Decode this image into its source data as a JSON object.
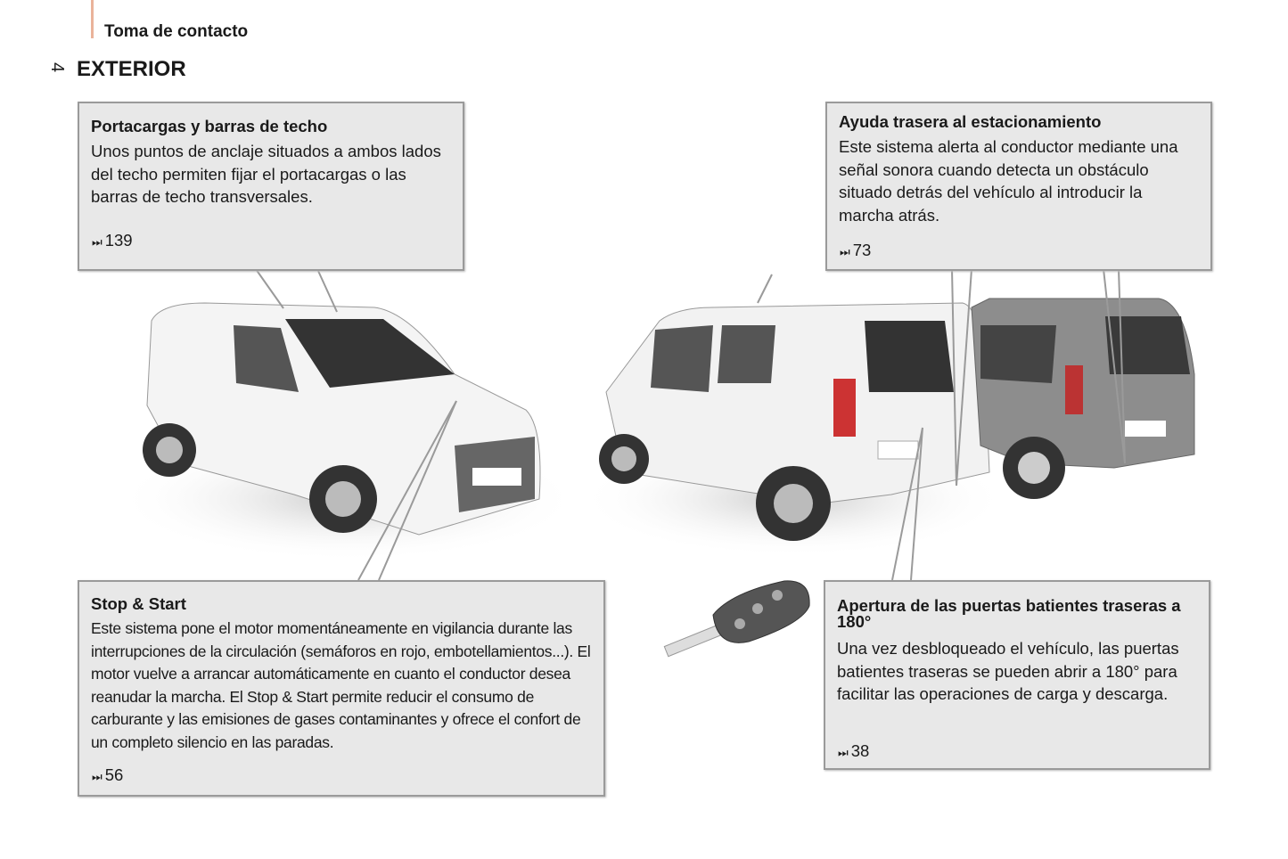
{
  "header": {
    "section": "Toma de contacto",
    "page_number": "4",
    "title": "EXTERIOR"
  },
  "boxes": [
    {
      "title": "Portacargas y barras de techo",
      "text": "Unos puntos de anclaje situados a ambos lados del techo permiten fijar el portacargas o las barras de techo transversales.",
      "ref_icon": "⏭",
      "ref": "139"
    },
    {
      "title": "Ayuda trasera al estacionamiento",
      "text": "Este sistema alerta al conductor mediante una señal sonora cuando detecta un obstáculo situado detrás del vehículo al introducir la marcha atrás.",
      "ref_icon": "⏭",
      "ref": "73"
    },
    {
      "title": "Stop & Start",
      "text": "Este sistema pone el motor momentáneamente en vigilancia durante las interrupciones de la circulación (semáforos en rojo, embotellamientos...). El motor vuelve a arrancar automáticamente en cuanto el conductor desea reanudar la marcha. El Stop & Start permite reducir el consumo de carburante y las emisiones de gases contaminantes y ofrece el confort de un completo silencio en las paradas.",
      "ref_icon": "⏭",
      "ref": "56"
    },
    {
      "title": "Apertura de las puertas batientes traseras a 180°",
      "text": "Una vez desbloqueado el vehículo, las puertas batientes traseras se pueden abrir a 180° para facilitar las operaciones de carga y descarga.",
      "ref_icon": "⏭",
      "ref": "38"
    }
  ],
  "colors": {
    "tab": "#eab39a",
    "box_bg": "#e8e8e8",
    "box_border": "#9a9a9a"
  }
}
